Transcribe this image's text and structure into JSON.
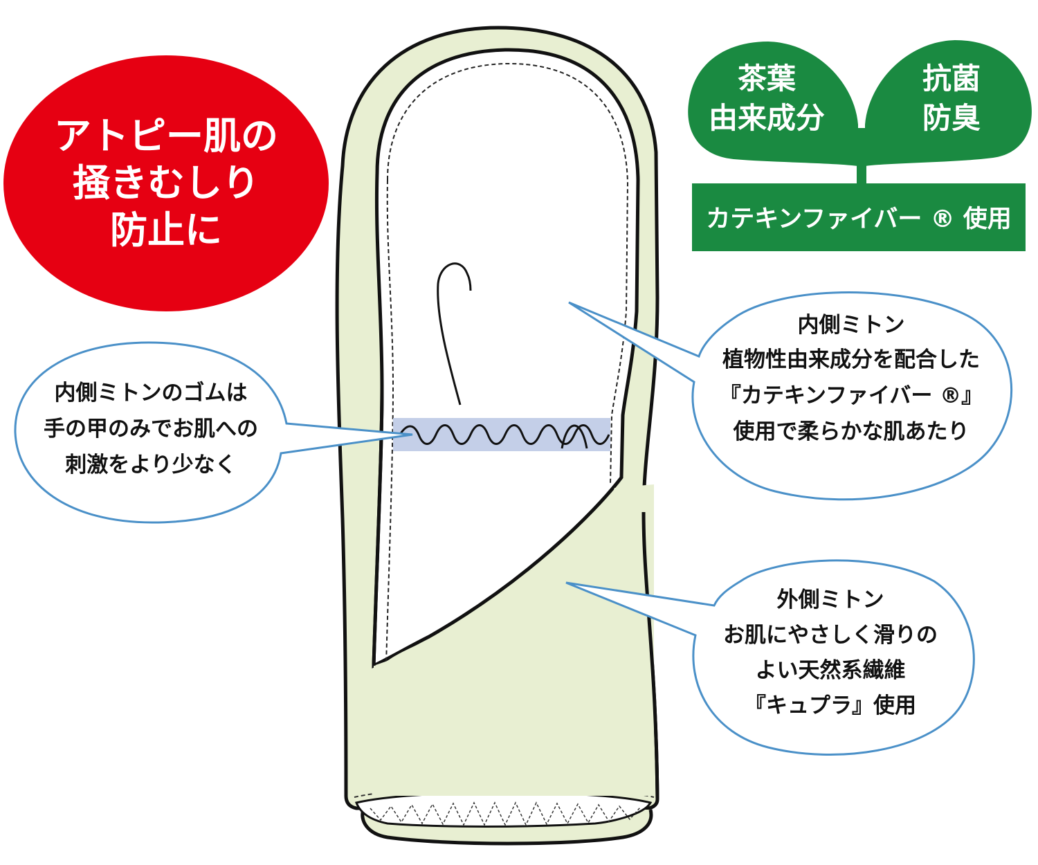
{
  "badge": {
    "lines": [
      "アトピー肌の",
      "掻きむしり",
      "防止に"
    ],
    "bg_color": "#e60012",
    "text_color": "#ffffff"
  },
  "leaf_logo": {
    "left_leaf": [
      "茶葉",
      "由来成分"
    ],
    "right_leaf": [
      "抗菌",
      "防臭"
    ],
    "banner_text": "カテキンファイバー ® 使用",
    "color": "#1a8a41"
  },
  "callouts": {
    "inner_mitten": {
      "lines": [
        "内側ミトン",
        "植物性由来成分を配合した",
        "『カテキンファイバー ®』",
        "使用で柔らかな肌あたり"
      ]
    },
    "rubber_band": {
      "lines": [
        "内側ミトンのゴムは",
        "手の甲のみでお肌への",
        "刺激をより少なく"
      ]
    },
    "outer_mitten": {
      "lines": [
        "外側ミトン",
        "お肌にやさしく滑りの",
        "よい天然系繊維",
        "『キュプラ』使用"
      ]
    },
    "border_color": "#4a90c8"
  },
  "colors": {
    "outer_fabric": "#e8efd2",
    "elastic_band": "#c4cfe8",
    "outline": "#111111"
  }
}
